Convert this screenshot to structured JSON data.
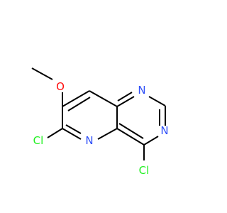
{
  "molecule": {
    "atoms": {
      "methyl_oxygen": {
        "label": "O",
        "color": "#ff0d0d"
      },
      "ring_n_top": {
        "label": "N",
        "color": "#3050f8"
      },
      "ring_n_right": {
        "label": "N",
        "color": "#3050f8"
      },
      "ring_n_center": {
        "label": "N",
        "color": "#3050f8"
      },
      "chlorine_left": {
        "label": "Cl",
        "color": "#1ff01f"
      },
      "chlorine_bottom": {
        "label": "Cl",
        "color": "#1ff01f"
      }
    },
    "bond_color": "#000000"
  }
}
